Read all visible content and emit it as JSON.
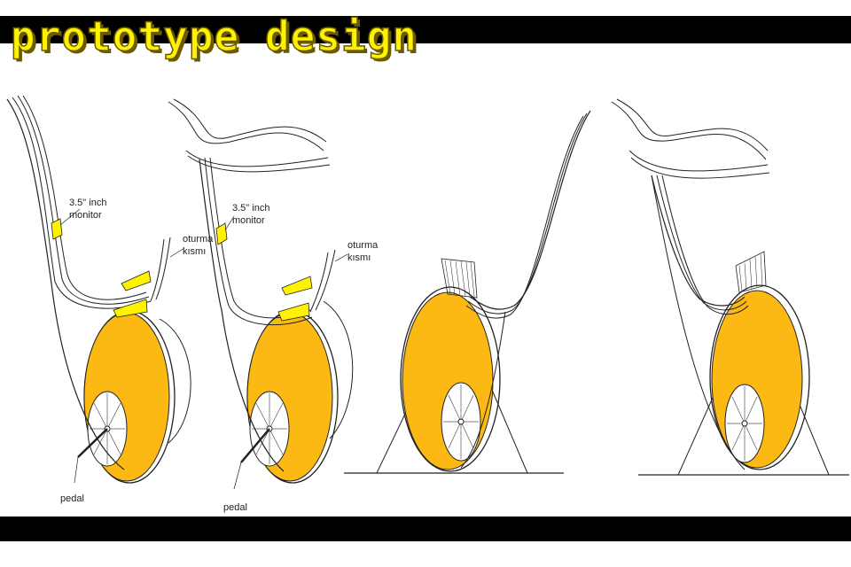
{
  "title": "prototype design",
  "labels": {
    "monitor_line1": "3.5\" inch",
    "monitor_line2": "monitor",
    "seat_line1": "oturma",
    "seat_line2": "kısmı",
    "pedal": "pedal"
  },
  "colors": {
    "accent": "#FFF200",
    "wheel": "#FDB913",
    "bars": "#000000",
    "line": "#222222"
  }
}
